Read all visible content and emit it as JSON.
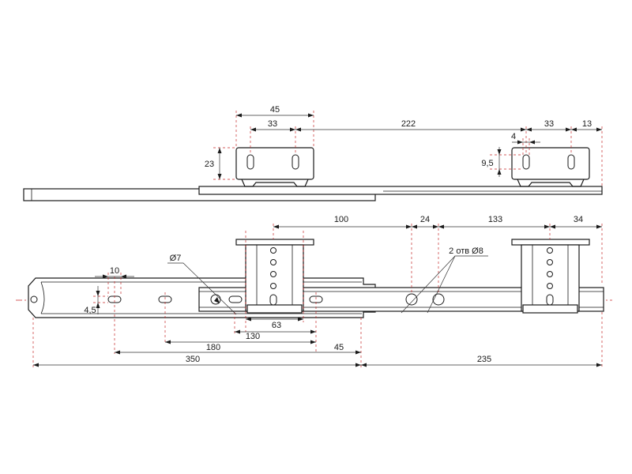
{
  "top_view": {
    "dimensions": {
      "d45": "45",
      "d33_left": "33",
      "d222": "222",
      "d33_right": "33",
      "d13": "13",
      "d23": "23",
      "d4": "4",
      "d9_5": "9,5"
    }
  },
  "side_view": {
    "dimensions": {
      "d100": "100",
      "d24": "24",
      "d133": "133",
      "d34": "34",
      "d10": "10",
      "d4_5": "4,5",
      "d63": "63",
      "d130": "130",
      "d180": "180",
      "d45": "45",
      "d350": "350",
      "d235": "235"
    },
    "callouts": {
      "hole_d7": "Ø7",
      "holes_d8": "2 отв Ø8"
    }
  }
}
